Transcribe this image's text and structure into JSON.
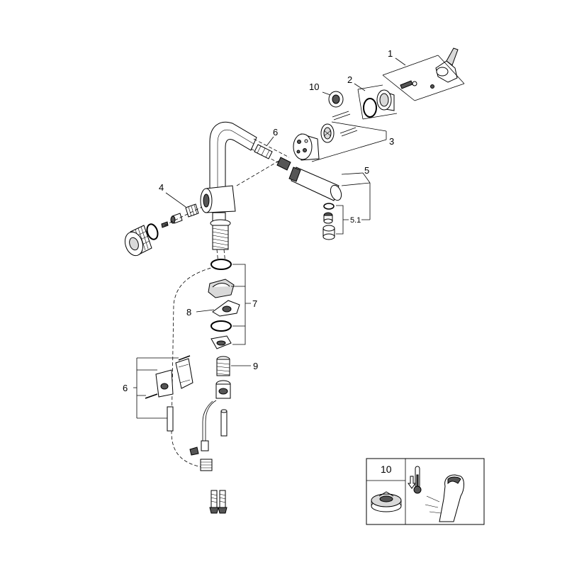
{
  "diagram": {
    "labels": {
      "part_1": "1",
      "part_2": "2",
      "part_10": "10",
      "part_6_upper": "6",
      "part_3": "3",
      "part_5": "5",
      "part_4": "4",
      "part_5_1": "5.1",
      "part_7": "7",
      "part_8": "8",
      "part_9": "9",
      "part_6_lower": "6"
    },
    "inset": {
      "label": "10"
    }
  }
}
